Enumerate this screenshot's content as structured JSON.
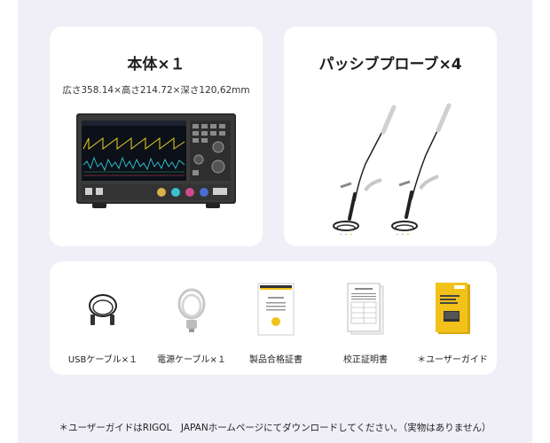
{
  "main_unit": {
    "title": "本体×１",
    "dimensions": "広さ358.14×高さ214.72×深さ120,62mm"
  },
  "probe": {
    "title": "パッシブプローブ×4"
  },
  "accessories": [
    {
      "label": "USBケーブル×１",
      "icon": "usb-cable-icon"
    },
    {
      "label": "電源ケーブル×１",
      "icon": "power-cable-icon"
    },
    {
      "label": "製品合格証書",
      "icon": "certificate-icon"
    },
    {
      "label": "校正証明書",
      "icon": "calibration-certificate-icon"
    },
    {
      "label": "＊ユーザーガイド",
      "icon": "user-guide-icon"
    }
  ],
  "footnote": "＊ユーザーガイドはRIGOL　JAPANホームページにてダウンロードしてください。（実物はありません）",
  "colors": {
    "panel_bg": "#f0eff7",
    "card_bg": "#ffffff",
    "guide_yellow": "#f2c21b"
  }
}
